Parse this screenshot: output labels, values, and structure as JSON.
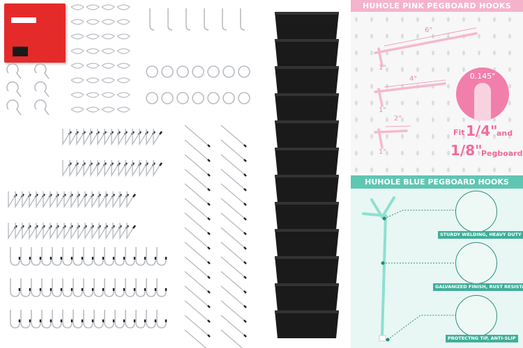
{
  "pink_panel": {
    "title": "HUHOLE PINK PEGBOARD HOOKS",
    "dimensions": [
      "6\"",
      "4\"",
      "2\"",
      "1\"",
      "1\"",
      "1\""
    ],
    "wire_diameter": "0.145\"",
    "fit_prefix": "Fit",
    "fit_size_1": "1/4\"",
    "fit_and": "and",
    "fit_size_2": "1/8\"",
    "fit_suffix": "Pegboard",
    "color": "#f4b3cb"
  },
  "blue_panel": {
    "title": "HUHOLE BLUE PEGBOARD HOOKS",
    "features": [
      "STURDY WELDING, HEAVY DUTY",
      "GALVANIZED FINISH, RUST RESISTANT",
      "PROTECTNG TIP, ANTI-SLIP"
    ],
    "color": "#5fc6b2"
  },
  "product": {
    "box_color": "#e52a2a",
    "bin_color": "#1a1a1a",
    "hook_color": "#b8bcc2"
  }
}
